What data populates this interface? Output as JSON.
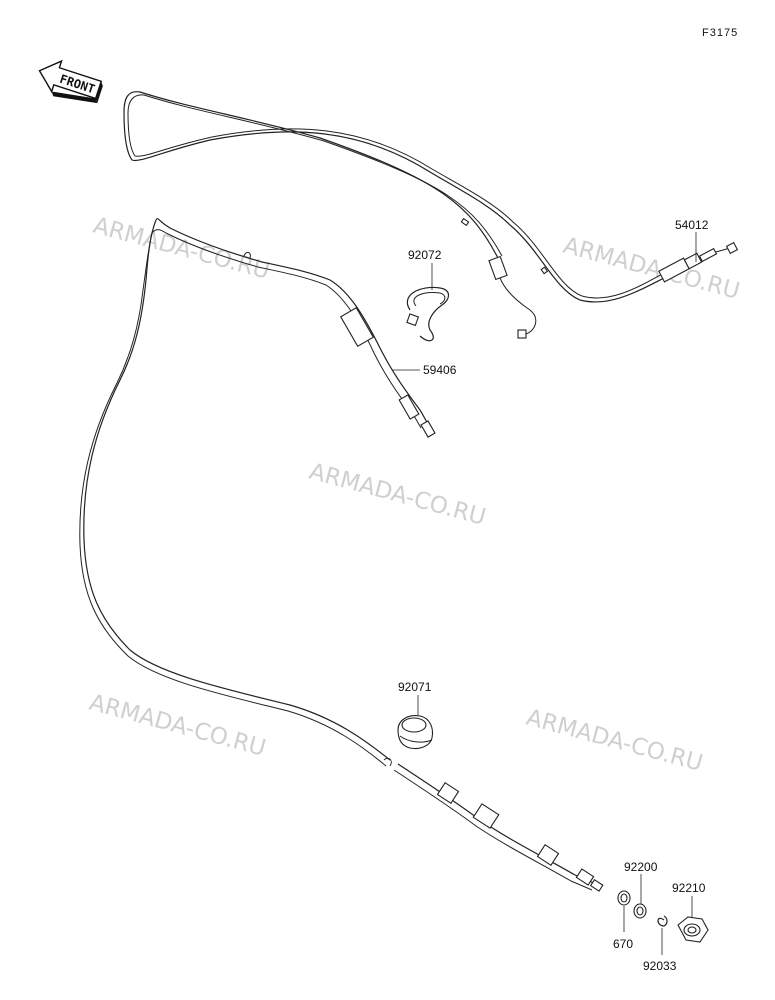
{
  "figure_code": "F3175",
  "front_label": "FRONT",
  "watermark": "ARMADA-CO.RU",
  "parts": [
    {
      "number": "54012"
    },
    {
      "number": "92072"
    },
    {
      "number": "59406"
    },
    {
      "number": "92071"
    },
    {
      "number": "92200"
    },
    {
      "number": "92210"
    },
    {
      "number": "670"
    },
    {
      "number": "92033"
    }
  ]
}
